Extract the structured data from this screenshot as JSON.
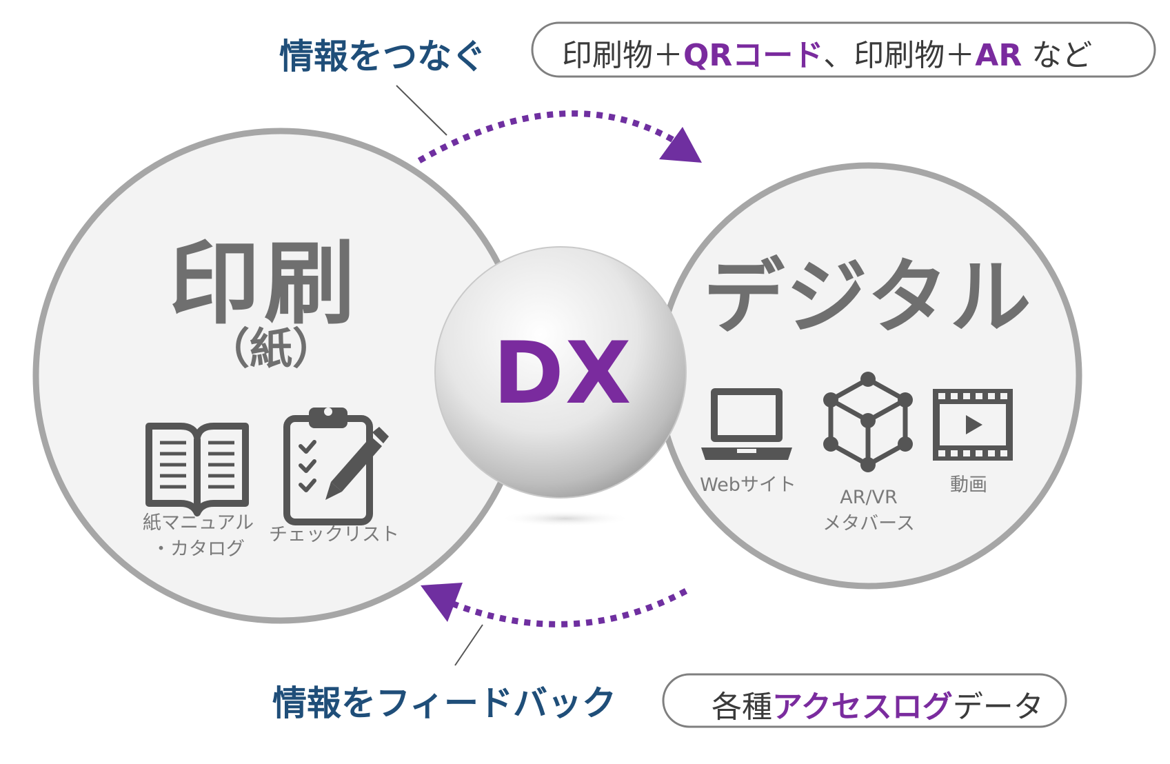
{
  "top": {
    "heading": "情報をつなぐ",
    "example": {
      "p1": "印刷物＋",
      "accent1": "QRコード",
      "p2": "、印刷物＋",
      "accent2": "AR",
      "p3": " など"
    }
  },
  "bottom": {
    "heading": "情報をフィードバック",
    "example": {
      "p1": "各種",
      "accent": "アクセスログ",
      "p2": "データ"
    }
  },
  "left": {
    "title": "印刷",
    "subtitle": "（紙）",
    "icons": [
      {
        "icon": "open-book-icon",
        "label_lines": [
          "紙マニュアル",
          "・カタログ"
        ]
      },
      {
        "icon": "clipboard-checklist-icon",
        "label_lines": [
          "チェックリスト"
        ]
      }
    ]
  },
  "right": {
    "title": "デジタル",
    "icons": [
      {
        "icon": "laptop-icon",
        "label_lines": [
          "Webサイト"
        ]
      },
      {
        "icon": "cube-network-icon",
        "label_lines": [
          "AR/VR",
          "メタバース"
        ]
      },
      {
        "icon": "film-play-icon",
        "label_lines": [
          "動画"
        ]
      }
    ]
  },
  "center": {
    "label": "DX"
  },
  "colors": {
    "heading": "#1f4e79",
    "accent": "#7a2b9e",
    "arrow": "#6f2fa0",
    "circle_fill": "#f3f3f3",
    "circle_ring": "#a6a6a6",
    "icon": "#555555",
    "title": "#6f6f6f"
  }
}
